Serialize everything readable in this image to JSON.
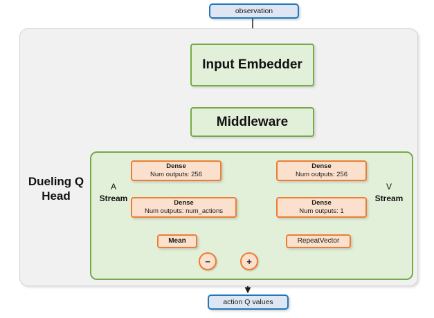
{
  "diagram": {
    "title": "Dueling Q Head network architecture",
    "colors": {
      "io_fill": "#dde6f2",
      "io_border": "#1f77bc",
      "green_fill": "#e2efd9",
      "green_border": "#74ab48",
      "orange_fill": "#fbe0cd",
      "orange_border": "#ed7d31",
      "outer_panel_fill": "#f1f1f1",
      "outer_panel_border": "#d4d4d4",
      "edge": "#1a1a1a"
    }
  },
  "nodes": {
    "observation": {
      "label": "observation"
    },
    "input_embedder": {
      "label": "Input Embedder"
    },
    "middleware": {
      "label": "Middleware"
    },
    "a_dense1": {
      "title": "Dense",
      "subtitle": "Num outputs: 256"
    },
    "a_dense2": {
      "title": "Dense",
      "subtitle": "Num outputs: num_actions"
    },
    "v_dense1": {
      "title": "Dense",
      "subtitle": "Num outputs: 256"
    },
    "v_dense2": {
      "title": "Dense",
      "subtitle": "Num outputs: 1"
    },
    "mean": {
      "label": "Mean"
    },
    "repeat_vector": {
      "label": "RepeatVector"
    },
    "op_minus": {
      "label": "−"
    },
    "op_plus": {
      "label": "+"
    },
    "action_q_values": {
      "label": "action Q values"
    }
  },
  "labels": {
    "dueling_q_head_line1": "Dueling Q",
    "dueling_q_head_line2": "Head",
    "a_stream_line1": "A",
    "a_stream_line2": "Stream",
    "v_stream_line1": "V",
    "v_stream_line2": "Stream"
  },
  "edges": [
    {
      "from": "observation",
      "to": "input_embedder"
    },
    {
      "from": "input_embedder",
      "to": "middleware"
    },
    {
      "from": "middleware",
      "to": "a_dense1"
    },
    {
      "from": "middleware",
      "to": "v_dense1"
    },
    {
      "from": "a_dense1",
      "to": "a_dense2"
    },
    {
      "from": "v_dense1",
      "to": "v_dense2"
    },
    {
      "from": "a_dense2",
      "to": "mean"
    },
    {
      "from": "a_dense2",
      "to": "op_minus"
    },
    {
      "from": "mean",
      "to": "op_minus"
    },
    {
      "from": "op_minus",
      "to": "op_plus"
    },
    {
      "from": "v_dense2",
      "to": "repeat_vector"
    },
    {
      "from": "repeat_vector",
      "to": "op_plus"
    },
    {
      "from": "op_plus",
      "to": "action_q_values"
    }
  ]
}
